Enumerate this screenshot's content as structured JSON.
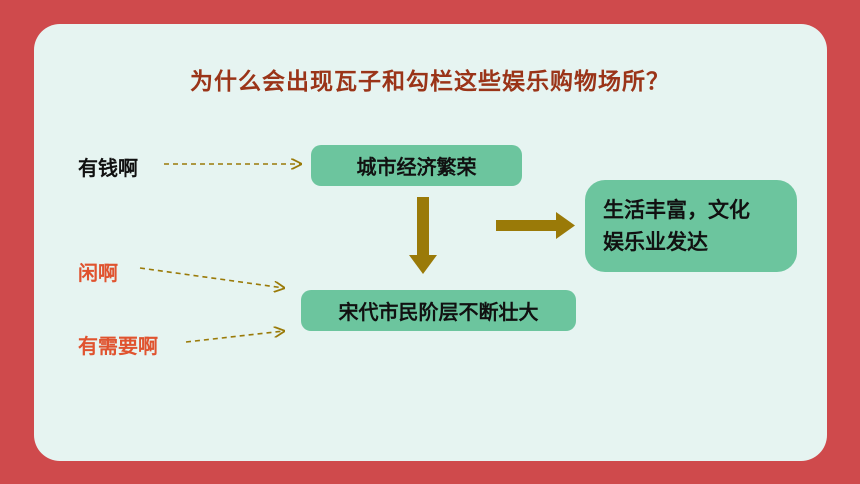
{
  "title": "为什么会出现瓦子和勾栏这些娱乐购物场所？",
  "labels": {
    "rich": "有钱啊",
    "idle": "闲啊",
    "need": "有需要啊"
  },
  "boxes": {
    "economy": "城市经济繁荣",
    "citizen": "宋代市民阶层不断壮大",
    "life_line1": "生活丰富，文化",
    "life_line2": "娱乐业发达"
  },
  "colors": {
    "background": "#cf4a4c",
    "card": "#e6f4f1",
    "box": "#6cc59e",
    "title": "#9a3418",
    "accent_label": "#e0532f",
    "arrow": "#9a7a08"
  }
}
